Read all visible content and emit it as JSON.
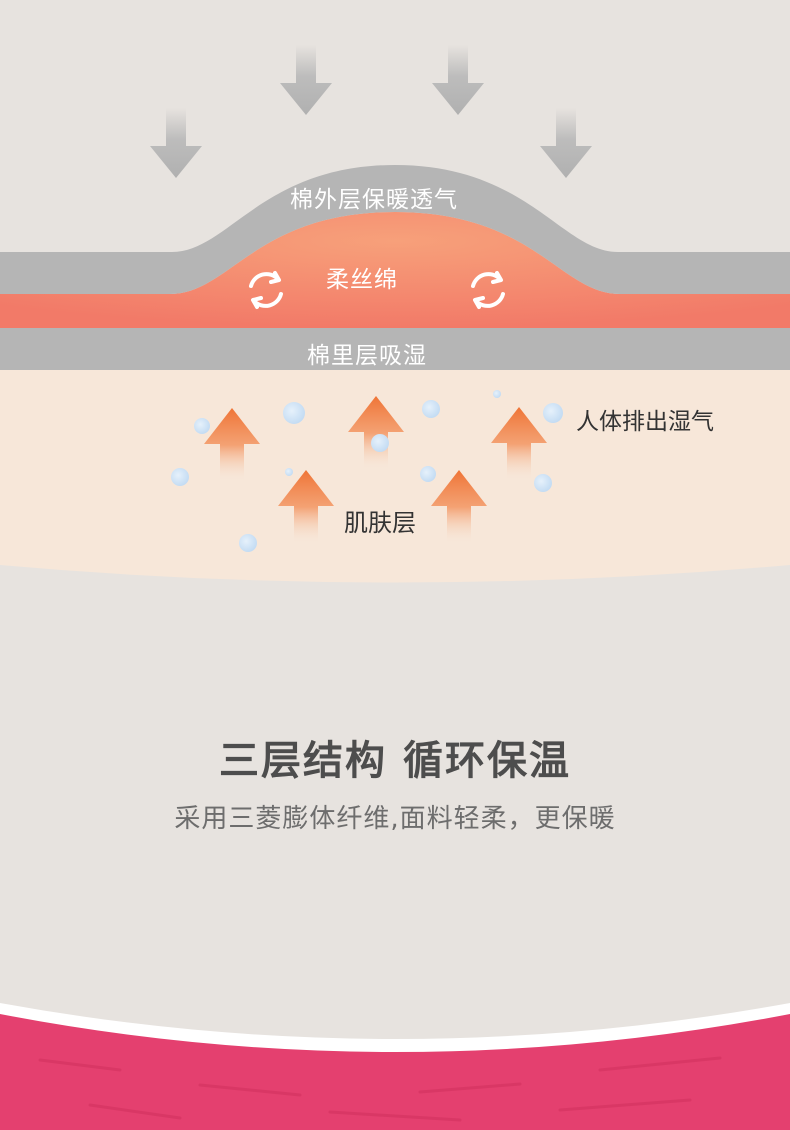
{
  "layers": {
    "outer": "棉外层保暖透气",
    "middle": "柔丝绵",
    "inner": "棉里层吸湿"
  },
  "moisture_label": "人体排出湿气",
  "skin_label": "肌肤层",
  "headline": "三层结构 循环保温",
  "subline": "采用三菱膨体纤维,面料轻柔，更保暖",
  "colors": {
    "background": "#e7e3df",
    "grey_layer": "#b5b5b5",
    "silk_layer": "#f47d6b",
    "skin_layer": "#f7e7d9",
    "arrow_orange": "#f07a3d",
    "droplet_blue": "#cde3f7",
    "fabric_pink": "#e4406f"
  },
  "icons": [
    "down-arrow-icon",
    "cycle-arrows-icon",
    "up-arrow-icon",
    "moisture-droplet-icon"
  ]
}
